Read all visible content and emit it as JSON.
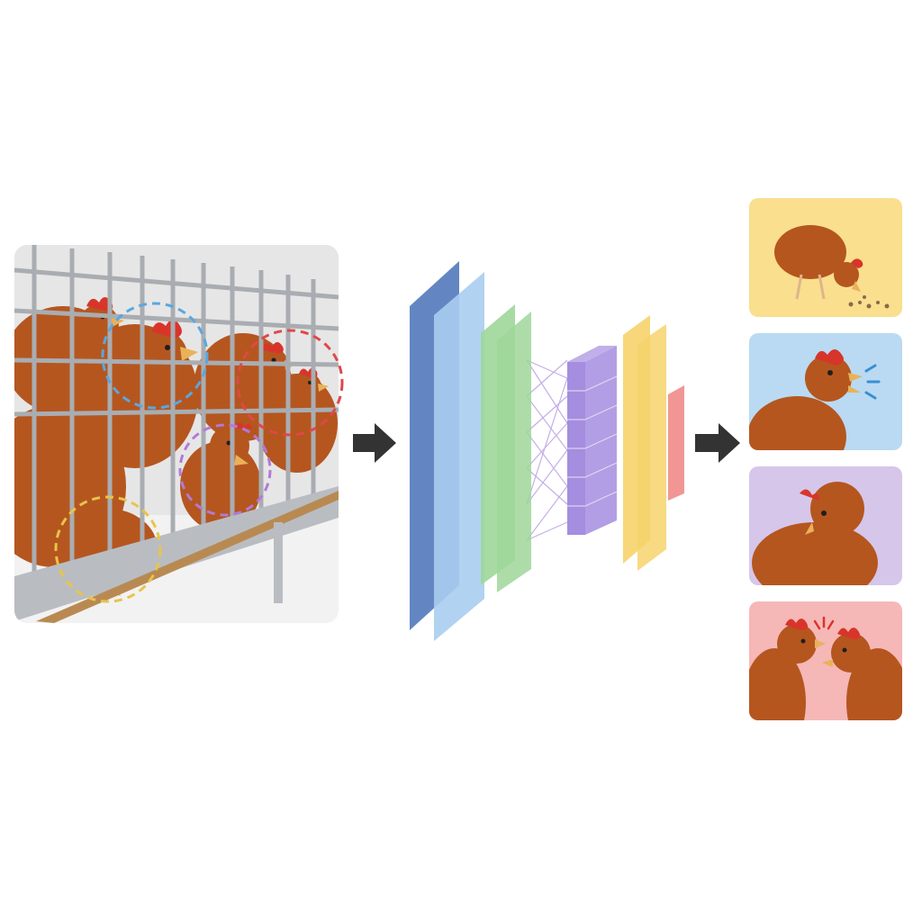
{
  "input_scene": {
    "background": "#f2f2f2",
    "cage_color": "#a9adb2",
    "trough_color": "#b9bdc2",
    "feed_color": "#b88a52",
    "hen_color": "#b5561f",
    "comb_color": "#d8352a",
    "detections": [
      {
        "behavior": "vocalizing",
        "ring_color": "#5aa7e0"
      },
      {
        "behavior": "aggression",
        "ring_color": "#e04848"
      },
      {
        "behavior": "preening",
        "ring_color": "#b27ad6"
      },
      {
        "behavior": "feeding",
        "ring_color": "#e8c44a"
      }
    ]
  },
  "arrow_icon": "right-arrow-icon",
  "network": {
    "layer_colors": {
      "input_block": "#5b7fc0",
      "conv_block": "#a9cdef",
      "green_block": "#9fd69a",
      "feature_cube": "#a58ddf",
      "dense_block": "#f6d36b",
      "output_block": "#f0908f",
      "connections": "#b79be0"
    }
  },
  "outputs": [
    {
      "behavior": "feeding",
      "background": "#f9df8e",
      "icon": "feeding-hen-icon"
    },
    {
      "behavior": "vocalizing",
      "background": "#b9daf2",
      "icon": "vocalizing-hen-icon"
    },
    {
      "behavior": "preening",
      "background": "#d6c6ea",
      "icon": "preening-hen-icon"
    },
    {
      "behavior": "aggression",
      "background": "#f6b7b7",
      "icon": "aggression-hens-icon"
    }
  ]
}
